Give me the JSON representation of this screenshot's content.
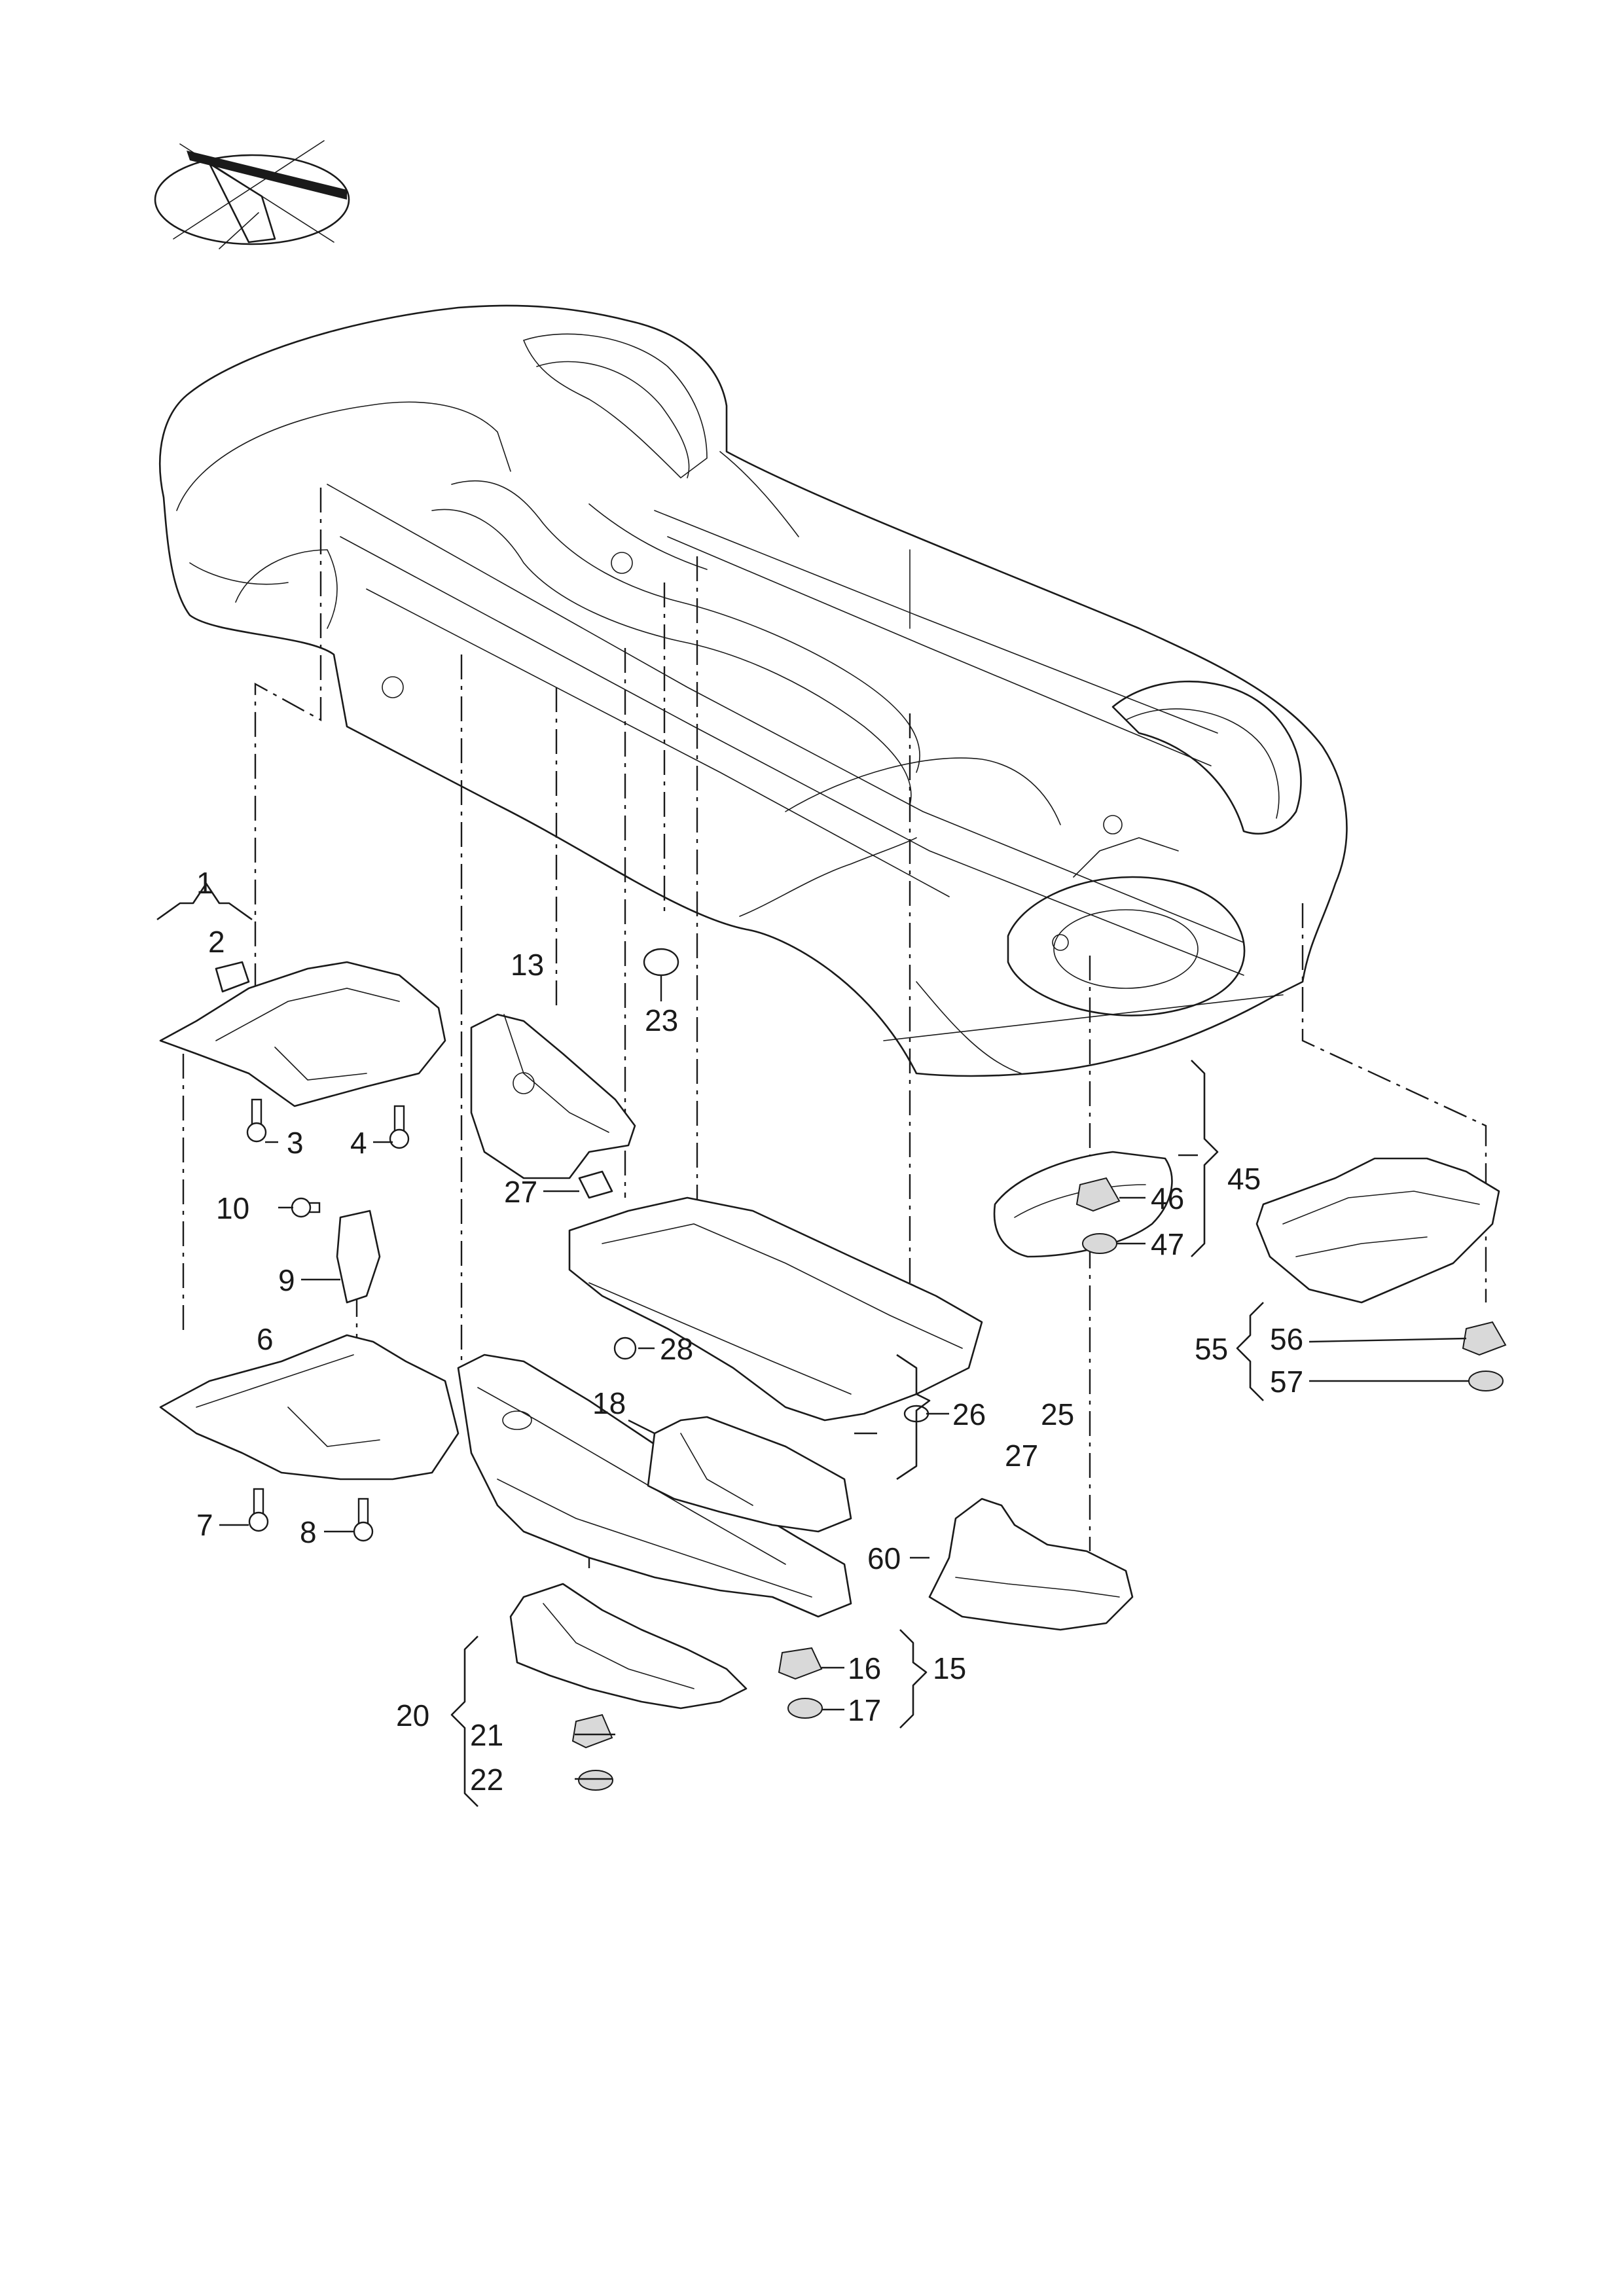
{
  "labels": {
    "l1": "1",
    "l2": "2",
    "l3": "3",
    "l4": "4",
    "l6": "6",
    "l7": "7",
    "l8": "8",
    "l9": "9",
    "l10": "10",
    "l13": "13",
    "l15": "15",
    "l16": "16",
    "l17": "17",
    "l18": "18",
    "l20": "20",
    "l21": "21",
    "l22": "22",
    "l23": "23",
    "l25": "25",
    "l26": "26",
    "l27a": "27",
    "l27b": "27",
    "l28": "28",
    "l45": "45",
    "l46": "46",
    "l47": "47",
    "l55": "55",
    "l56": "56",
    "l57": "57",
    "l60": "60"
  }
}
